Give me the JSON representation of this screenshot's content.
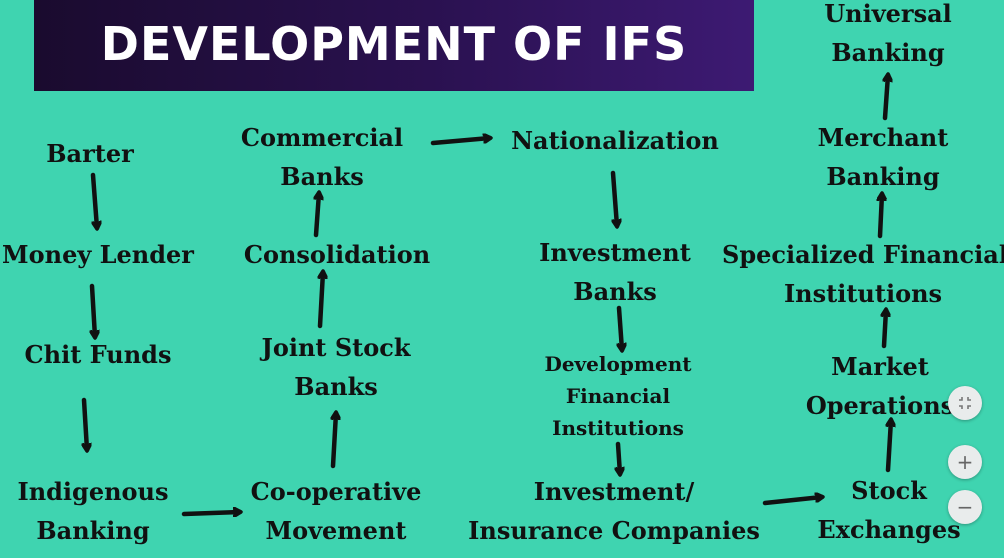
{
  "title": "DEVELOPMENT OF IFS",
  "nodes": {
    "barter": "Barter",
    "money_lender": "Money Lender",
    "chit_funds": "Chit Funds",
    "indigenous_banking": [
      "Indigenous",
      "Banking"
    ],
    "cooperative_movement": [
      "Co-operative",
      "Movement"
    ],
    "joint_stock_banks": [
      "Joint Stock",
      "Banks"
    ],
    "consolidation": "Consolidation",
    "commercial_banks": [
      "Commercial",
      "Banks"
    ],
    "nationalization": "Nationalization",
    "investment_banks": [
      "Investment",
      "Banks"
    ],
    "development_financial_institutions": [
      "Development",
      "Financial",
      "Institutions"
    ],
    "investment_insurance_companies": [
      "Investment/",
      "Insurance Companies"
    ],
    "stock_exchanges": [
      "Stock",
      "Exchanges"
    ],
    "market_operations": [
      "Market",
      "Operations"
    ],
    "specialized_financial_institutions": [
      "Specialized Financial",
      "Institutions"
    ],
    "merchant_banking": [
      "Merchant",
      "Banking"
    ],
    "universal_banking": [
      "Universal",
      "Banking"
    ]
  },
  "controls": {
    "collapse_icon": "collapse-icon",
    "zoom_in": "+",
    "zoom_out": "−"
  }
}
